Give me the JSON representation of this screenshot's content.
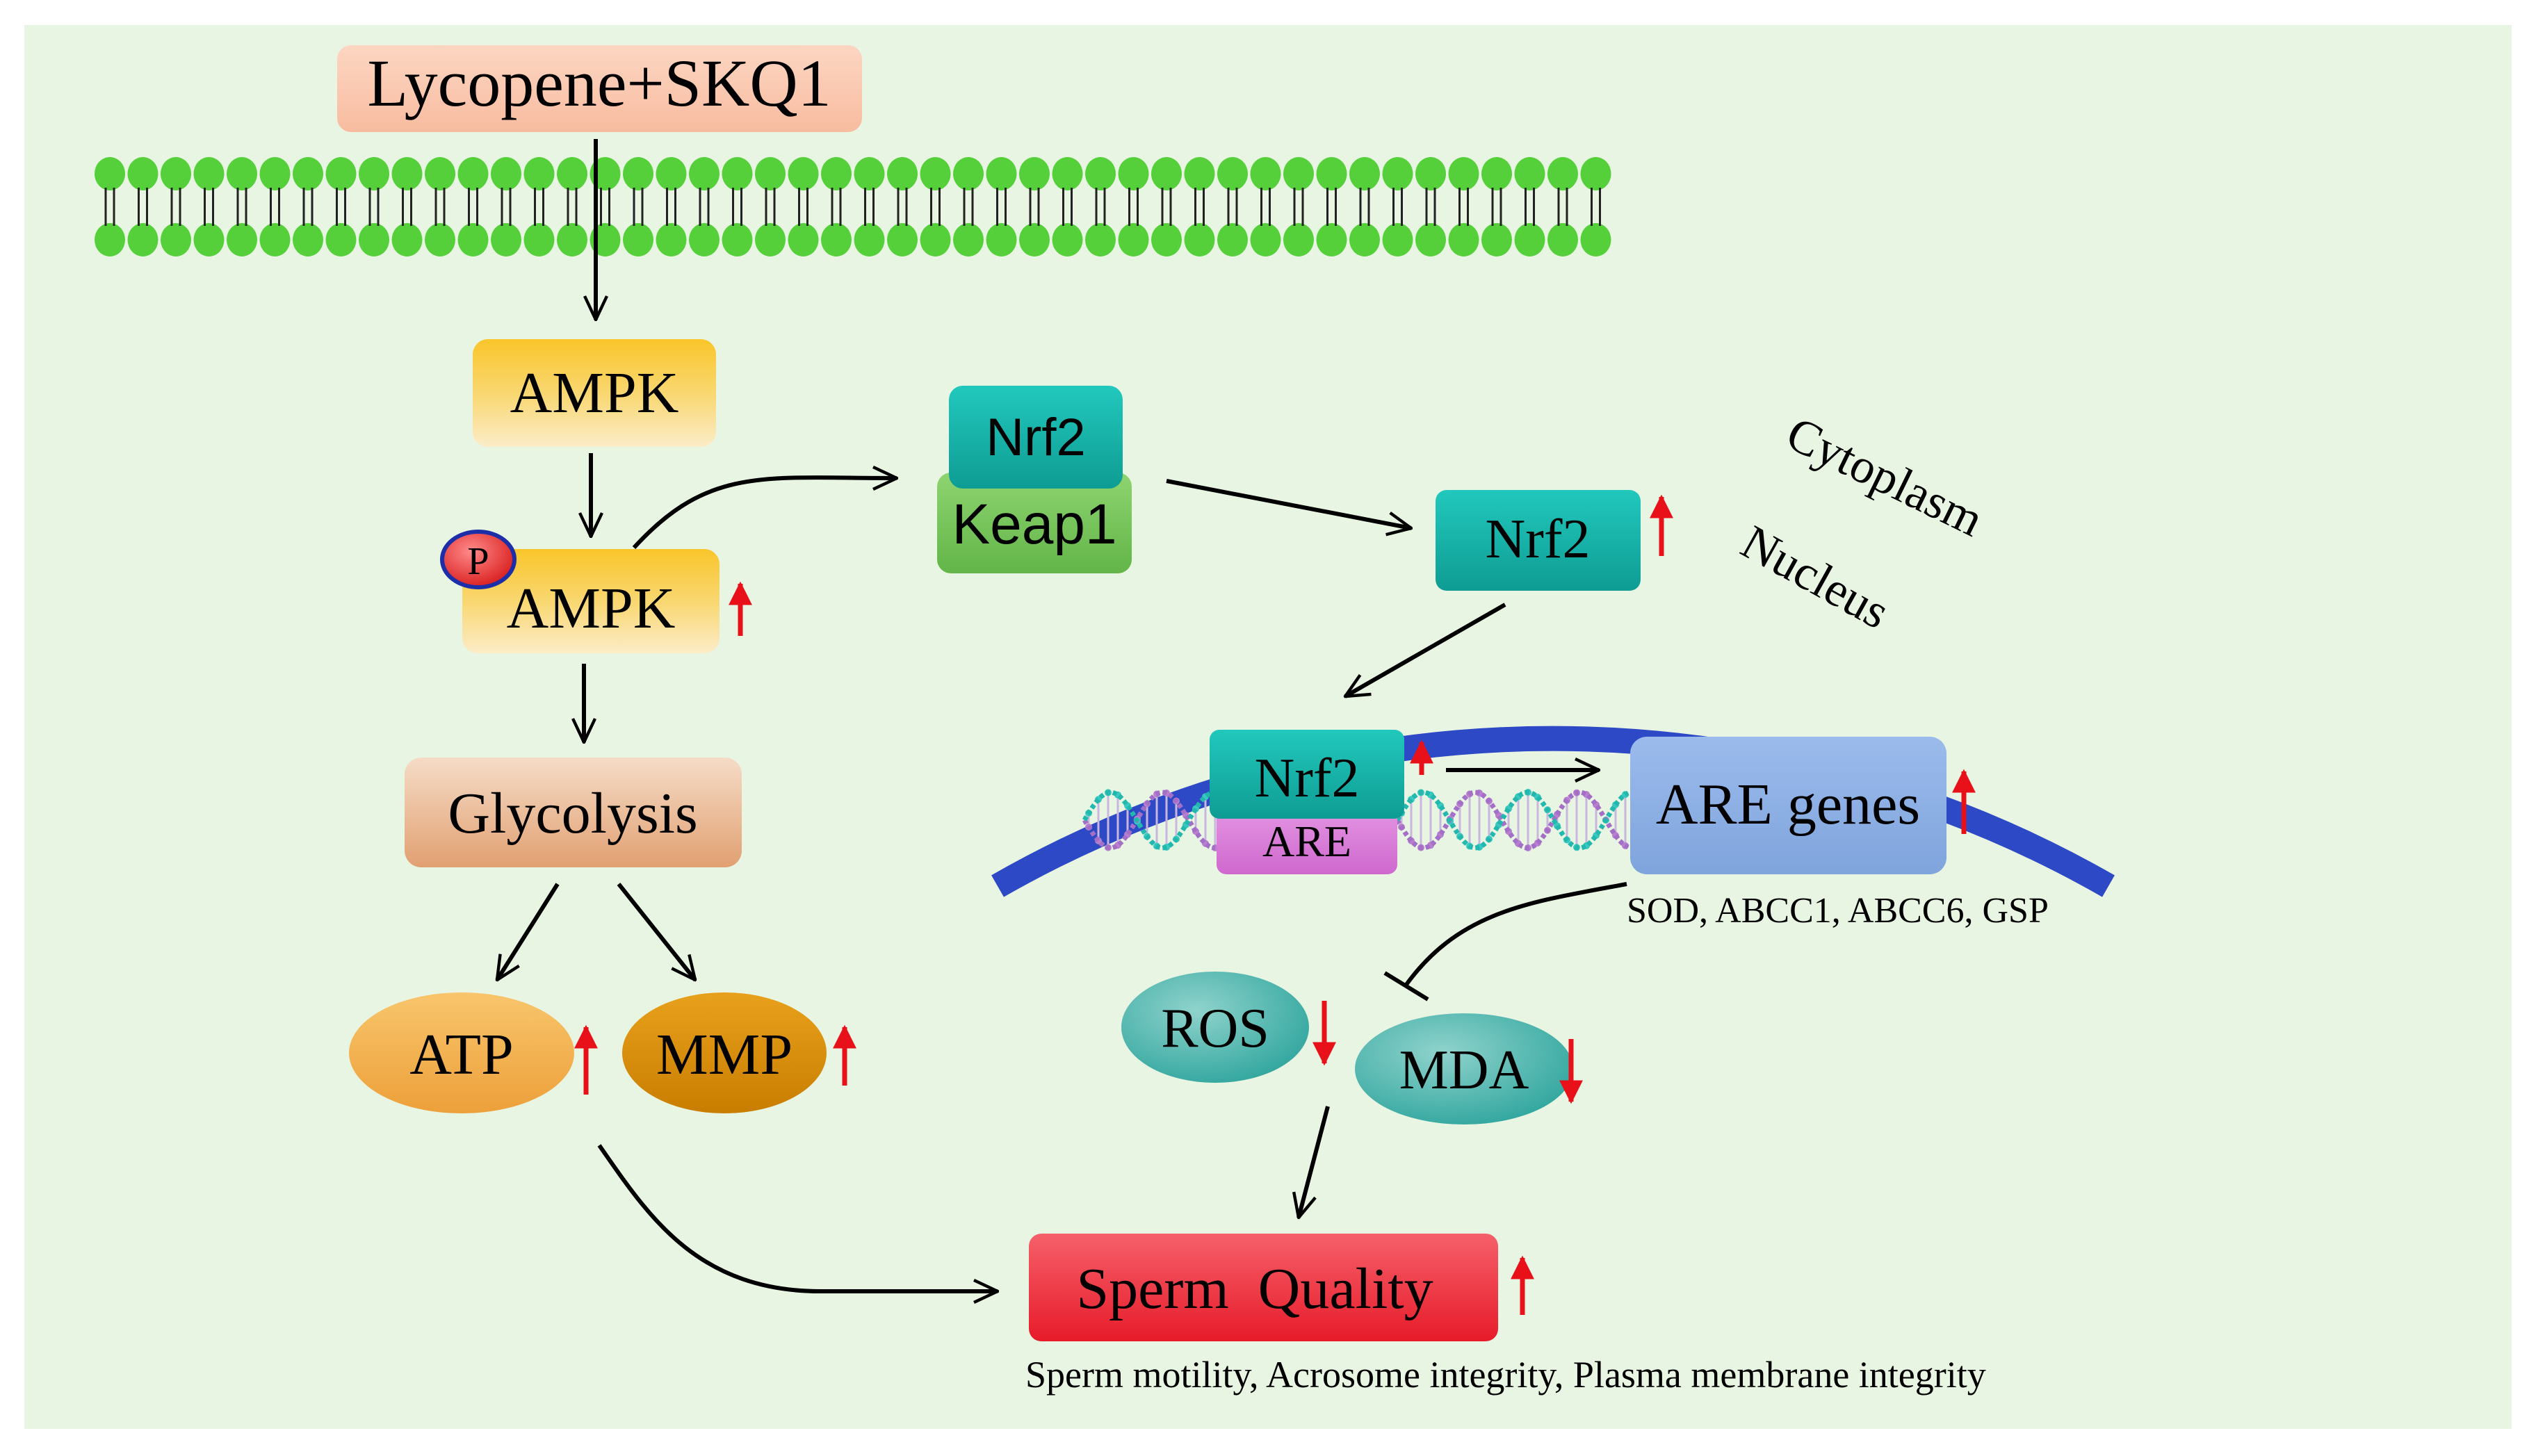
{
  "labels": {
    "treatment": "Lycopene+SKQ1",
    "ampk": "AMPK",
    "p_ampk": "AMPK",
    "phospho": "P",
    "glycolysis": "Glycolysis",
    "atp": "ATP",
    "mmp": "MMP",
    "nrf2_keap": "Nrf2",
    "keap1": "Keap1",
    "nrf2_cyto": "Nrf2",
    "nrf2_are": "Nrf2",
    "are": "ARE",
    "are_genes": "ARE genes",
    "are_genes_list": "SOD, ABCC1, ABCC6, GSP",
    "ros": "ROS",
    "mda": "MDA",
    "sperm_quality": "Sperm  Quality",
    "sperm_detail": "Sperm motility, Acrosome integrity, Plasma membrane integrity",
    "cytoplasm": "Cytoplasm",
    "nucleus": "Nucleus"
  },
  "colors": {
    "background": "#e8f5e2",
    "membrane": "#55d03a",
    "treatment_box": "#fbcbb2",
    "ampk_box": "#f8cc4a",
    "glycolysis_box": "#e7b48f",
    "atp": "#f3b04c",
    "mmp": "#d98b00",
    "nrf2": "#14b2a8",
    "keap1": "#75c555",
    "are_box": "#d776d6",
    "are_genes_box": "#8fb0e3",
    "ros_mda": "#3fb0a8",
    "nucleus_arc": "#2d49c6",
    "sperm_box": "#f0303c",
    "up_arrow": "#e8111a",
    "down_arrow": "#e8111a"
  },
  "indicators": {
    "p_ampk": "up",
    "nrf2_cyto": "up",
    "nrf2_are": "up",
    "are_genes": "up",
    "atp": "up",
    "mmp": "up",
    "ros": "down",
    "mda": "down",
    "sperm_quality": "up"
  }
}
